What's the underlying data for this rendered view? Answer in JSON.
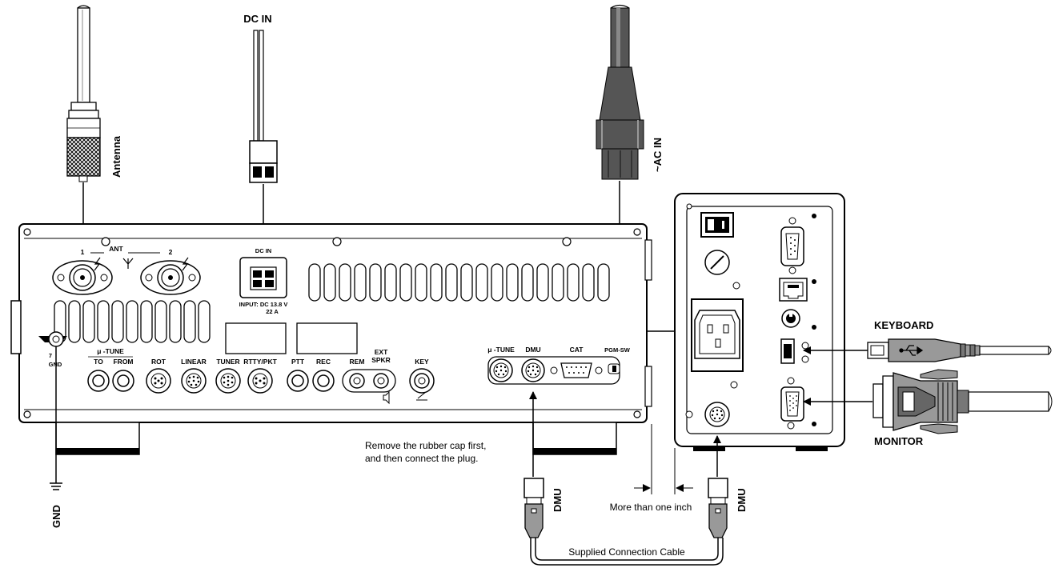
{
  "labels": {
    "dc_in_top": "DC IN",
    "antenna": "Antenna",
    "ac_in": "~AC IN",
    "keyboard": "KEYBOARD",
    "monitor": "MONITOR",
    "gnd": "GND",
    "dmu_left": "DMU",
    "dmu_right": "DMU",
    "rubber_cap_1": "Remove the rubber cap first,",
    "rubber_cap_2": "and then connect the plug.",
    "gap_note": "More than one inch",
    "cable_note": "Supplied Connection Cable"
  },
  "panel": {
    "ant": "ANT",
    "ant1": "1",
    "ant2": "2",
    "dc_in": "DC IN",
    "input_1": "INPUT: DC 13.8 V",
    "input_2": "22 A",
    "gnd": "GND",
    "gnd_num": "7",
    "mu_tune": "μ -TUNE",
    "to": "TO",
    "from": "FROM",
    "rot": "ROT",
    "linear": "LINEAR",
    "tuner": "TUNER",
    "rtty": "RTTY/PKT",
    "ptt": "PTT",
    "rec": "REC",
    "rem": "REM",
    "ext": "EXT",
    "spkr": "SPKR",
    "key": "KEY",
    "mu_tune2": "μ -TUNE",
    "dmu": "DMU",
    "cat": "CAT",
    "pgm_sw": "PGM-SW"
  }
}
